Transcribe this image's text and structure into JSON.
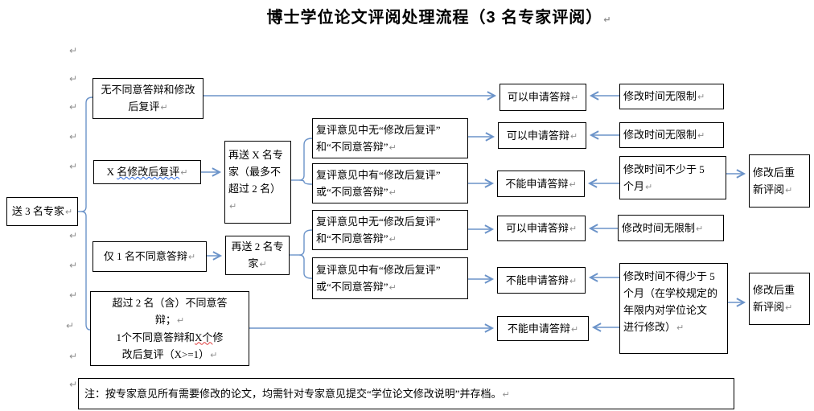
{
  "title": "博士学位论文评阅处理流程（3 名专家评阅）",
  "marks": {
    "return": "↵"
  },
  "nodes": {
    "send": "送 3 名专家",
    "b1": "无不同意答辩和修改\n后复评",
    "b2_prefix": "X ",
    "b2_wavy": "名修改后复评",
    "b3": "仅 1 名不同意答辩",
    "b4_part1": "超过 2 名（含）不同意答\n辩；",
    "b4_part2_pre": "1个不同意答辩和",
    "b4_wavy": "X个",
    "b4_part2_post": "修\n改后复评（X>=1）",
    "m1": "再送 X 名专\n家（最多不\n超过 2 名）",
    "m2": "再送 2 名专\n家",
    "review_none": "复评意见中无“修改后复评”\n和“不同意答辩”",
    "review_has": "复评意见中有“修改后复评”\n或“不同意答辩”",
    "can_defend": "可以申请答辩",
    "cannot_defend": "不能申请答辩",
    "time_unlimited": "修改时间无限制",
    "time_min5": "修改时间不少于 5\n个月",
    "time_min5_school": "修改时间不得少于 5\n个月（在学校规定的\n年限内对学位论文\n进行修改）",
    "rereview": "修改后重\n新评阅"
  },
  "note": "注：按专家意见所有需要修改的论文，均需针对专家意见提交“学位论文修改说明”并存档。",
  "colors": {
    "connector": "#6b93c9",
    "border": "#000000",
    "wavy_blue": "#2e6bde",
    "wavy_red": "#e03b3b"
  }
}
